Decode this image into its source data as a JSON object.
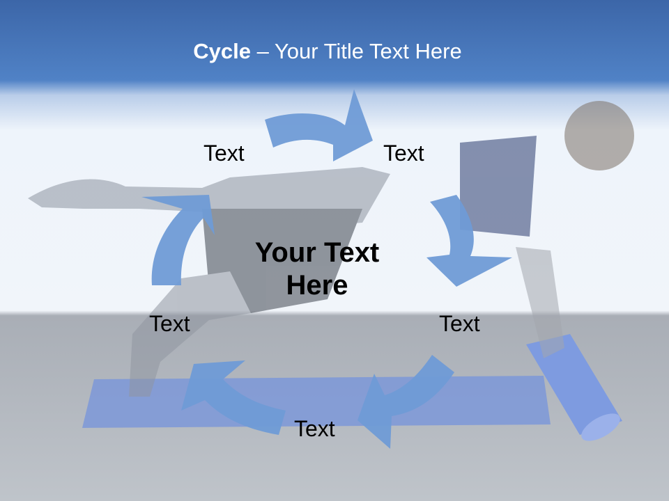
{
  "title": {
    "bold": "Cycle",
    "rest": " – Your Title Text Here"
  },
  "diagram": {
    "center_text_line1": "Your Text",
    "center_text_line2": "Here",
    "labels": [
      "Text",
      "Text",
      "Text",
      "Text",
      "Text"
    ]
  },
  "colors": {
    "banner": "#4a79bd",
    "arrow": "#6f9bd6",
    "floor": "#9aa1ab",
    "mat": "#7d98d8",
    "text": "#000000",
    "title_text": "#ffffff"
  }
}
